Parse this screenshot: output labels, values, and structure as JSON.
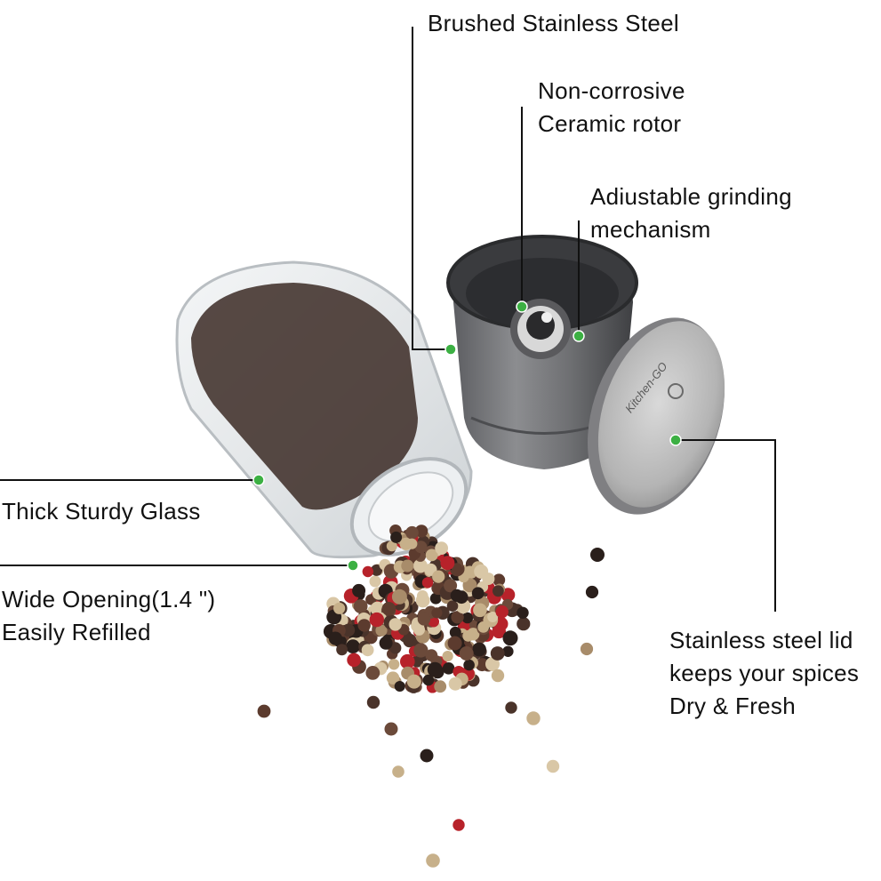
{
  "callouts": {
    "stainless_steel": {
      "lines": [
        "Brushed Stainless Steel"
      ]
    },
    "ceramic_rotor": {
      "lines": [
        "Non-corrosive",
        "Ceramic rotor"
      ]
    },
    "grinding": {
      "lines": [
        "Adiustable grinding",
        "mechanism"
      ]
    },
    "glass": {
      "lines": [
        "Thick Sturdy Glass"
      ]
    },
    "opening": {
      "lines": [
        "Wide Opening(1.4 \")",
        "Easily Refilled"
      ]
    },
    "lid": {
      "lines": [
        "Stainless steel lid",
        "keeps your spices",
        "Dry & Fresh"
      ]
    }
  },
  "product": {
    "logo_text": "Kitchen-GO",
    "callout_dot_color": "#3cb043",
    "steel_color": "#8a8a8a",
    "dark_steel_color": "#3b3b3d",
    "glass_color": "#e6e8ea",
    "pepper_colors": [
      "#2a1f1b",
      "#4a332a",
      "#6b4a3a",
      "#a88c6a",
      "#c7b08a",
      "#b7222a",
      "#d9c7a6",
      "#5c3b2e"
    ]
  }
}
